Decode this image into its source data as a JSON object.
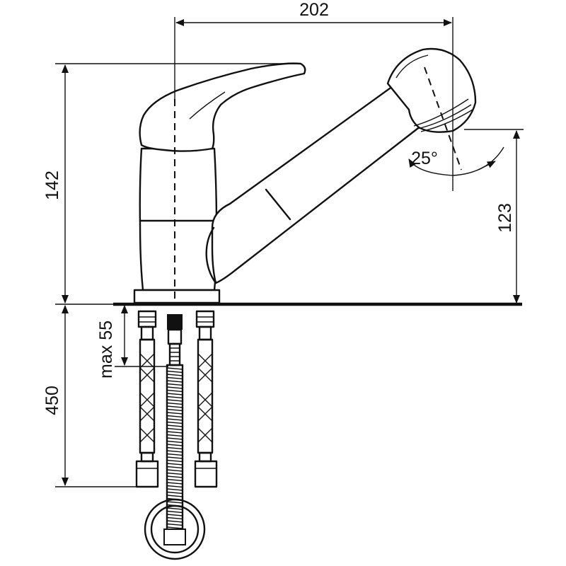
{
  "dimensions": {
    "width_spout": "202",
    "height_total": "142",
    "height_outlet": "123",
    "hose_length": "450",
    "mount_depth": "max 55",
    "spray_angle": "25°"
  }
}
